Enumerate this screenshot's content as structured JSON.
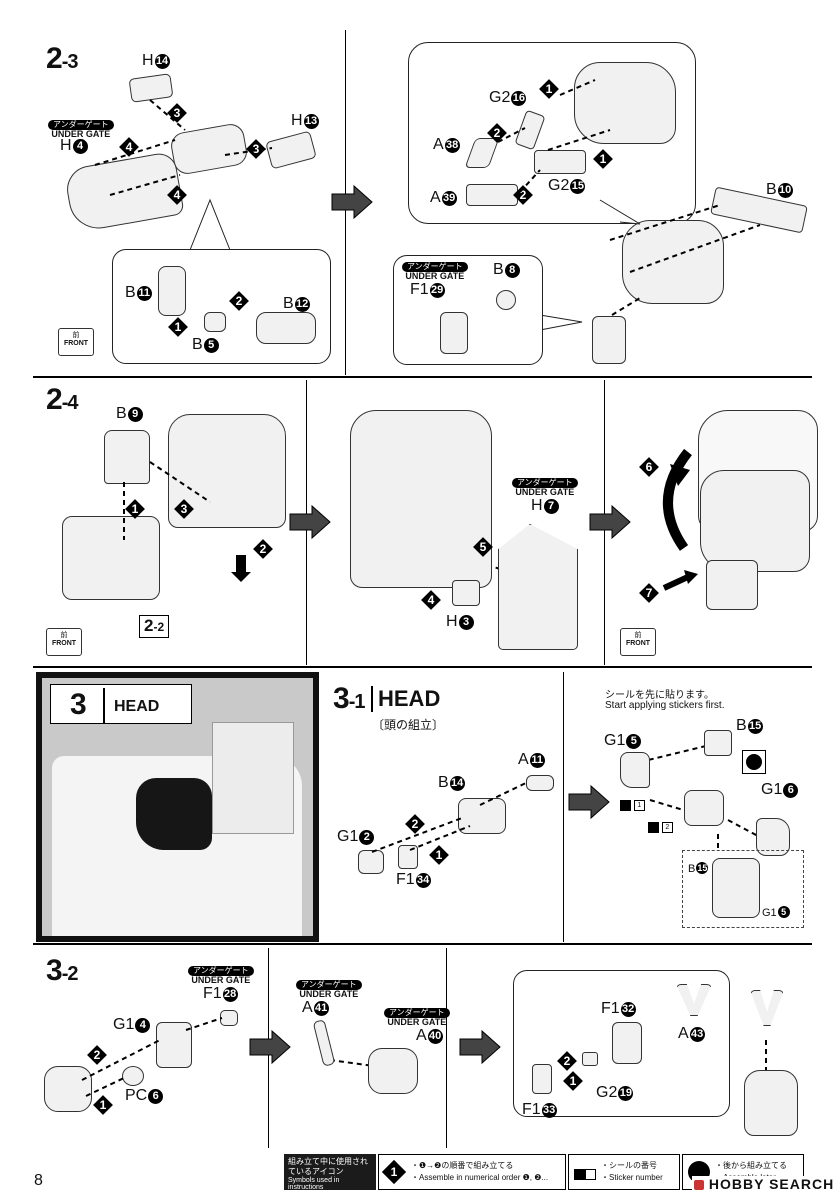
{
  "page_number": "8",
  "under_gate": {
    "jp": "アンダーゲート",
    "en": "UNDER GATE"
  },
  "front": {
    "jp": "前",
    "en": "FRONT"
  },
  "step_2_3": {
    "num": "2",
    "sub": "-3",
    "labels": {
      "h14": "H",
      "h14c": "14",
      "h13": "H",
      "h13c": "13",
      "h4": "H",
      "h4c": "4",
      "b11": "B",
      "b11c": "11",
      "b12": "B",
      "b12c": "12",
      "b5": "B",
      "b5c": "5",
      "g2_16": "G2",
      "g2_16c": "16",
      "a38": "A",
      "a38c": "38",
      "a39": "A",
      "a39c": "39",
      "g2_15": "G2",
      "g2_15c": "15",
      "b10": "B",
      "b10c": "10",
      "b8": "B",
      "b8c": "8",
      "f1_29": "F1",
      "f1_29c": "29"
    }
  },
  "step_2_4": {
    "num": "2",
    "sub": "-4",
    "labels": {
      "b9": "B",
      "b9c": "9",
      "h7": "H",
      "h7c": "7",
      "h3": "H",
      "h3c": "3"
    },
    "ref": {
      "num": "2",
      "sub": "-2"
    }
  },
  "step_3": {
    "num": "3",
    "title": "HEAD"
  },
  "step_3_1": {
    "num": "3",
    "sub": "-1",
    "title": "HEAD",
    "subtitle_jp": "〔頭の組立〕",
    "sticker_note_jp": "シールを先に貼ります。",
    "sticker_note_en": "Start applying stickers first.",
    "labels": {
      "a11": "A",
      "a11c": "11",
      "b14": "B",
      "b14c": "14",
      "g1_2": "G1",
      "g1_2c": "2",
      "f1_34": "F1",
      "f1_34c": "34",
      "g1_5": "G1",
      "g1_5c": "5",
      "b15": "B",
      "b15c": "15",
      "g1_6": "G1",
      "g1_6c": "6",
      "sticker1": "1",
      "sticker2": "2",
      "inset_b15": "B",
      "inset_b15c": "15",
      "inset_g1_5": "G1",
      "inset_g1_5c": "5"
    }
  },
  "step_3_2": {
    "num": "3",
    "sub": "-2",
    "labels": {
      "f1_28": "F1",
      "f1_28c": "28",
      "g1_4": "G1",
      "g1_4c": "4",
      "pc6": "PC",
      "pc6c": "6",
      "a41": "A",
      "a41c": "41",
      "a40": "A",
      "a40c": "40",
      "f1_32": "F1",
      "f1_32c": "32",
      "a43": "A",
      "a43c": "43",
      "g2_19": "G2",
      "g2_19c": "19",
      "f1_33": "F1",
      "f1_33c": "33"
    }
  },
  "legend": {
    "title_jp": "組み立て中に使用されているアイコン",
    "title_en": "Symbols used in instructions",
    "order_jp": "・❶→❷の順番で組み立てる",
    "order_en": "・Assemble in numerical order ❶, ❷...",
    "sticker_jp": "・シールの番号",
    "sticker_en": "・Sticker number",
    "later_jp": "・後から組み立てる",
    "later_en": "・Assemble later"
  },
  "watermark": "HOBBY SEARCH"
}
